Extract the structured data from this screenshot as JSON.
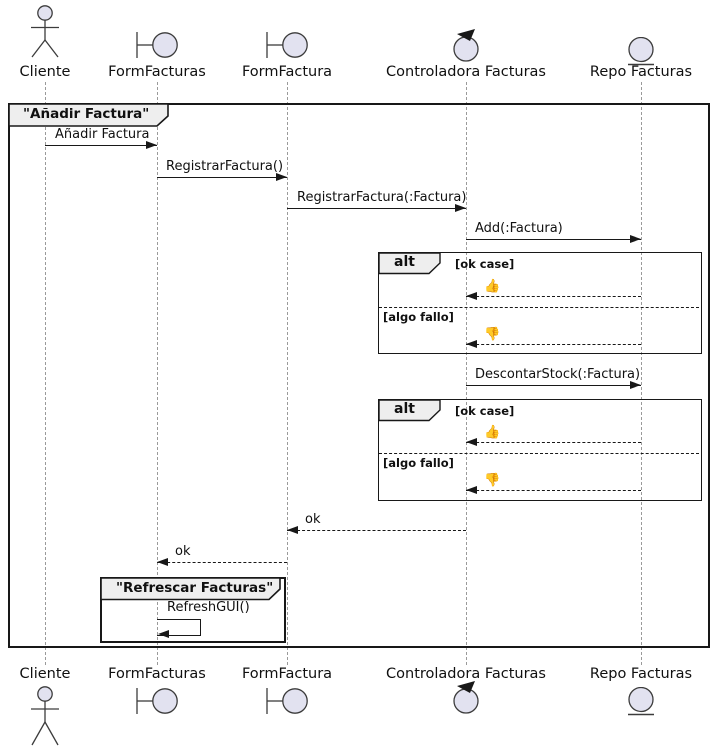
{
  "diagram_type": "uml-sequence-diagram",
  "participants": [
    {
      "label": "Cliente",
      "kind": "actor"
    },
    {
      "label": "FormFacturas",
      "kind": "boundary"
    },
    {
      "label": "FormFactura",
      "kind": "boundary"
    },
    {
      "label": "Controladora Facturas",
      "kind": "control"
    },
    {
      "label": "Repo Facturas",
      "kind": "entity"
    }
  ],
  "frames": {
    "outer_title": "\"Añadir Factura\"",
    "inner_title": "\"Refrescar Facturas\""
  },
  "messages": {
    "m1": "Añadir Factura",
    "m2": "RegistrarFactura()",
    "m3": "RegistrarFactura(:Factura)",
    "m4": "Add(:Factura)",
    "m5": "DescontarStock(:Factura)",
    "ok": "ok",
    "refresh": "RefreshGUI()",
    "thumb_up": "👍",
    "thumb_down": "👎"
  },
  "alt": {
    "operator": "alt",
    "guard_ok": "[ok case]",
    "guard_fail": "[algo fallo]"
  },
  "colors": {
    "icon_fill": "#E2E2F0",
    "icon_stroke": "#181818",
    "frame_stroke": "#181818",
    "tab_fill": "#EEEEEE",
    "lifeline": "#9A9A9A",
    "background": "#FFFFFF"
  }
}
